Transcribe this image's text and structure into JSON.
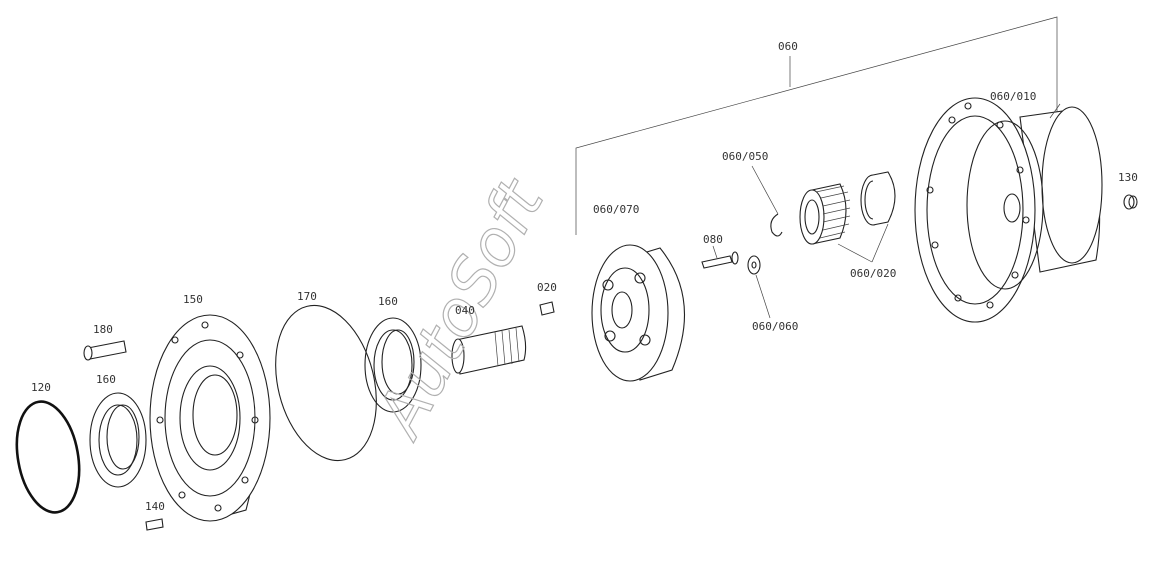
{
  "diagram": {
    "watermark": "AutoSoft",
    "labels": {
      "l060": "060",
      "l060_010": "060/010",
      "l060_050": "060/050",
      "l130": "130",
      "l060_070": "060/070",
      "l080": "080",
      "l060_020": "060/020",
      "l060_060": "060/060",
      "l020": "020",
      "l040": "040",
      "l150": "150",
      "l170": "170",
      "l160a": "160",
      "l180": "180",
      "l160b": "160",
      "l120": "120",
      "l140": "140"
    }
  }
}
